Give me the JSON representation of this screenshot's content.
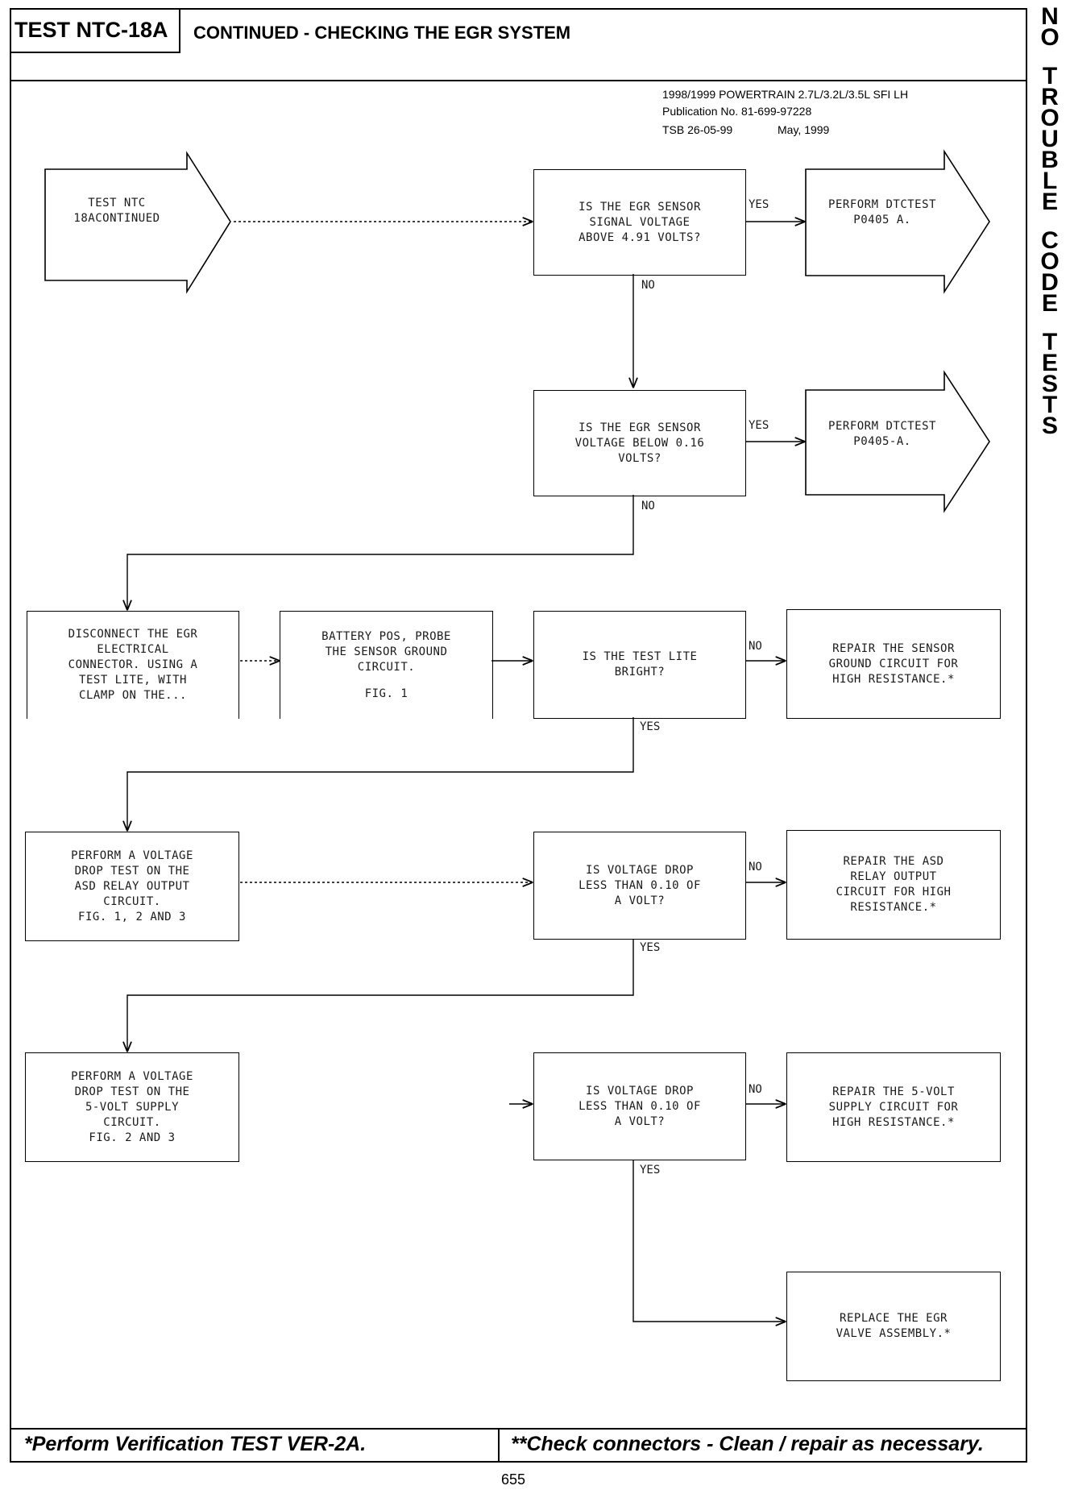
{
  "header": {
    "test_id": "TEST NTC-18A",
    "title": "CONTINUED - CHECKING THE EGR SYSTEM"
  },
  "publication": {
    "line1": "1998/1999 POWERTRAIN 2.7L/3.2L/3.5L SFI LH",
    "line2": "Publication No. 81-699-97228",
    "tsb": "TSB 26-05-99",
    "date": "May, 1999"
  },
  "side_tab": [
    "N",
    "O",
    "",
    "T",
    "R",
    "O",
    "U",
    "B",
    "L",
    "E",
    "",
    "C",
    "O",
    "D",
    "E",
    "",
    "T",
    "E",
    "S",
    "T",
    "S"
  ],
  "boxes": {
    "start": [
      "TEST NTC 18A",
      "CONTINUED"
    ],
    "q1": [
      "IS THE EGR SENSOR",
      "SIGNAL VOLTAGE",
      "ABOVE 4.91 VOLTS?"
    ],
    "r1": [
      "PERFORM DTC",
      "TEST P0405 A."
    ],
    "q2": [
      "IS THE EGR SENSOR",
      "VOLTAGE BELOW 0.16",
      "VOLTS?"
    ],
    "r2": [
      "PERFORM DTC",
      "TEST P0405-A."
    ],
    "s1": [
      "DISCONNECT THE EGR",
      "ELECTRICAL",
      "CONNECTOR. USING A",
      "TEST LITE, WITH",
      "CLAMP ON THE..."
    ],
    "s2": [
      "BATTERY POS, PROBE",
      "THE SENSOR GROUND",
      "CIRCUIT."
    ],
    "s2_fig": "FIG. 1",
    "q3": [
      "IS THE TEST LITE",
      "BRIGHT?"
    ],
    "r3": [
      "REPAIR THE SENSOR",
      "GROUND CIRCUIT FOR",
      "HIGH RESISTANCE.*"
    ],
    "s3": [
      "PERFORM A VOLTAGE",
      "DROP TEST ON THE",
      "ASD RELAY OUTPUT",
      "CIRCUIT.",
      "FIG. 1, 2 AND 3"
    ],
    "q4": [
      "IS VOLTAGE DROP",
      "LESS THAN 0.10 OF",
      "A VOLT?"
    ],
    "r4": [
      "REPAIR THE ASD",
      "RELAY OUTPUT",
      "CIRCUIT FOR HIGH",
      "RESISTANCE.*"
    ],
    "s4": [
      "PERFORM A VOLTAGE",
      "DROP TEST ON THE",
      "5-VOLT SUPPLY",
      "CIRCUIT.",
      "FIG. 2 AND 3"
    ],
    "q5": [
      "IS VOLTAGE DROP",
      "LESS THAN 0.10 OF",
      "A VOLT?"
    ],
    "r5": [
      "REPAIR THE 5-VOLT",
      "SUPPLY CIRCUIT FOR",
      "HIGH RESISTANCE.*"
    ],
    "r6": [
      "REPLACE THE EGR",
      "VALVE ASSEMBLY.*"
    ]
  },
  "labels": {
    "q1_yes": "YES",
    "q1_no": "NO",
    "q2_yes": "YES",
    "q2_no": "NO",
    "q3_no": "NO",
    "q3_yes": "YES",
    "q4_no": "NO",
    "q4_yes": "YES",
    "q5_no": "NO",
    "q5_yes": "YES"
  },
  "footer": {
    "left": "*Perform Verification TEST VER-2A.",
    "right": "**Check connectors - Clean / repair as necessary."
  },
  "page_number": "655"
}
